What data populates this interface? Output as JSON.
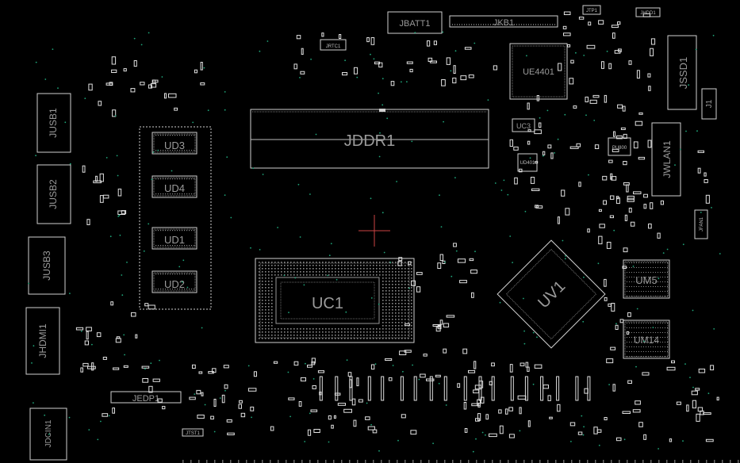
{
  "board": {
    "background": "#000000",
    "outline_color": "#e0e0e0",
    "label_color": "#9a9a9a",
    "via_color": "#1fa67a"
  },
  "components": {
    "JBATT1": "JBATT1",
    "JKB1": "JKB1",
    "JTP1": "JTP1",
    "JHDD1": "JHDD1",
    "JRTC1": "JRTC1",
    "UE4401": "UE4401",
    "JSSD1": "JSSD1",
    "J1": "J1",
    "UC3": "UC3",
    "JDDR1": "JDDR1",
    "UD3": "UD3",
    "UD4": "UD4",
    "UD1": "UD1",
    "UD2": "UD2",
    "JUSB1": "JUSB1",
    "JUSB2": "JUSB2",
    "JUSB3": "JUSB3",
    "JHDMI1": "JHDMI1",
    "JDCIN1": "JDCIN1",
    "JEDP1": "JEDP1",
    "JTST": "JTST1",
    "UC1": "UC1",
    "UV1": "UV1",
    "UM5": "UM5",
    "UM14": "UM14",
    "JWLAN1": "JWLAN1",
    "JFAN1": "JFAN1",
    "PU": "PU800",
    "UD401": "UD401"
  }
}
